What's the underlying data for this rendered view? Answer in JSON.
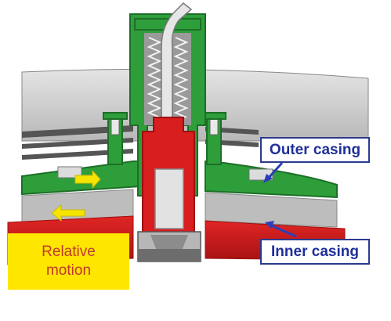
{
  "labels": {
    "outer_casing": "Outer casing",
    "inner_casing": "Inner casing",
    "relative_motion_line1": "Relative",
    "relative_motion_line2": "motion"
  },
  "colors": {
    "green_part": "#2e9e3a",
    "green_dark": "#1d6e27",
    "red_part": "#d81e1e",
    "red_dark": "#9d1010",
    "grey_body": "#c9c9c9",
    "arrow_yellow": "#f5e400",
    "arrow_blue": "#2b3fb8",
    "label_box_border": "#2b3a8f",
    "motion_box_fill": "#ffe600"
  }
}
